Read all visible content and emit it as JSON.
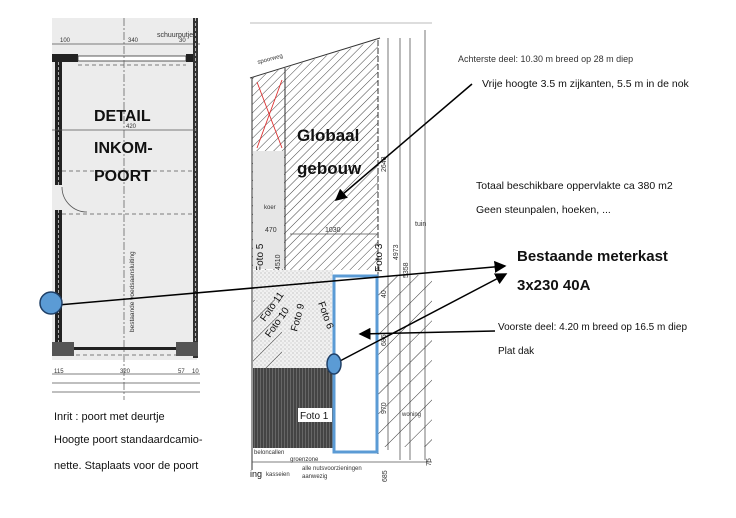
{
  "detail_plan": {
    "title_lines": [
      "DETAIL",
      "INKOM-",
      "POORT"
    ],
    "labels": {
      "schuurputje": "schuurputje",
      "bestaande": "bestaande voedsaansluiting"
    },
    "top_dims": [
      "100",
      "340",
      "30",
      "420"
    ],
    "bottom_dims": [
      "115",
      "320",
      "57",
      "10"
    ]
  },
  "site_plan": {
    "title_lines": [
      "Globaal",
      "gebouw"
    ],
    "labels": {
      "spoorweg": "spoorweg",
      "koer": "koer",
      "tuin": "tuin",
      "woning": "woning",
      "beloncallen": "beloncallen",
      "groenzone": "groenzone",
      "ing": "ing",
      "kasseien": "kasseien",
      "nuts1": "alle nutsvoorzieningen",
      "nuts2": "aanwezig"
    },
    "dims": [
      "470",
      "1030",
      "2648",
      "4973",
      "5358",
      "4510",
      "40",
      "685",
      "970",
      "685",
      "75"
    ],
    "photos": [
      "Foto 5",
      "Foto 3",
      "Foto 11",
      "Foto 10",
      "Foto 9",
      "Foto 6",
      "Foto 1"
    ]
  },
  "annotations": {
    "achterste": "Achterste deel: 10.30 m breed op 28 m diep",
    "vrije_hoogte": "Vrije hoogte 3.5 m zijkanten, 5.5 m in de nok",
    "totaal": "Totaal beschikbare oppervlakte ca 380 m2",
    "geen_steunpalen": "Geen steunpalen, hoeken, ...",
    "meterkast_line1": "Bestaande meterkast",
    "meterkast_line2": "3x230 40A",
    "voorste": "Voorste deel: 4.20 m breed  op 16.5 m diep",
    "plat_dak": "Plat dak",
    "inrit": "Inrit : poort met deurtje",
    "hoogte_line1": "Hoogte poort standaardcamio-",
    "hoogte_line2": "nette. Staplaats voor de poort"
  },
  "colors": {
    "marker_fill": "#5b9bd5",
    "marker_stroke": "#1f3f66",
    "zone_outline": "#5b9bd5"
  }
}
